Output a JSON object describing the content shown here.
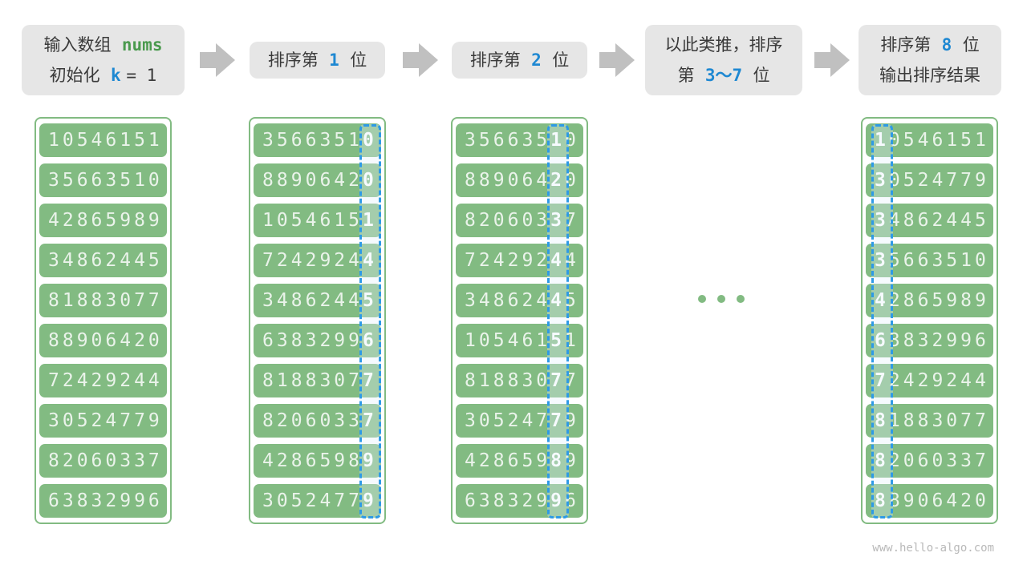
{
  "steps": [
    {
      "line1_prefix": "输入数组",
      "line1_code": "nums",
      "line2_prefix": "初始化",
      "line2_var": "k",
      "line2_rest": "= 1"
    },
    {
      "prefix": "排序第",
      "num": "1",
      "suffix": "位"
    },
    {
      "prefix": "排序第",
      "num": "2",
      "suffix": "位"
    },
    {
      "line1": "以此类推，排序",
      "line2_prefix": "第",
      "line2_num": "3～7",
      "line2_suffix": "位"
    },
    {
      "line1_prefix": "排序第",
      "line1_num": "8",
      "line1_suffix": "位",
      "line2": "输出排序结果"
    }
  ],
  "columns": [
    {
      "name": "input",
      "highlight_index": null,
      "values": [
        "10546151",
        "35663510",
        "42865989",
        "34862445",
        "81883077",
        "88906420",
        "72429244",
        "30524779",
        "82060337",
        "63832996"
      ]
    },
    {
      "name": "after-digit-1",
      "highlight_index": 7,
      "values": [
        "35663510",
        "88906420",
        "10546151",
        "72429244",
        "34862445",
        "63832996",
        "81883077",
        "82060337",
        "42865989",
        "30524779"
      ]
    },
    {
      "name": "after-digit-2",
      "highlight_index": 6,
      "values": [
        "35663510",
        "88906420",
        "82060337",
        "72429244",
        "34862445",
        "10546151",
        "81883077",
        "30524779",
        "42865989",
        "63832996"
      ]
    },
    {
      "name": "after-digit-8",
      "highlight_index": 0,
      "values": [
        "10546151",
        "30524779",
        "34862445",
        "35663510",
        "42865989",
        "63832996",
        "72429244",
        "81883077",
        "82060337",
        "88906420"
      ]
    }
  ],
  "ellipsis": "...",
  "watermark": "www.hello-algo.com",
  "colors": {
    "cell_green": "#82bb82",
    "label_bg": "#e6e6e6",
    "accent_blue": "#1e88d2",
    "accent_green": "#4a9a4e",
    "dashed_blue": "#2e9ae6",
    "arrow_gray": "#c0c0c0"
  }
}
